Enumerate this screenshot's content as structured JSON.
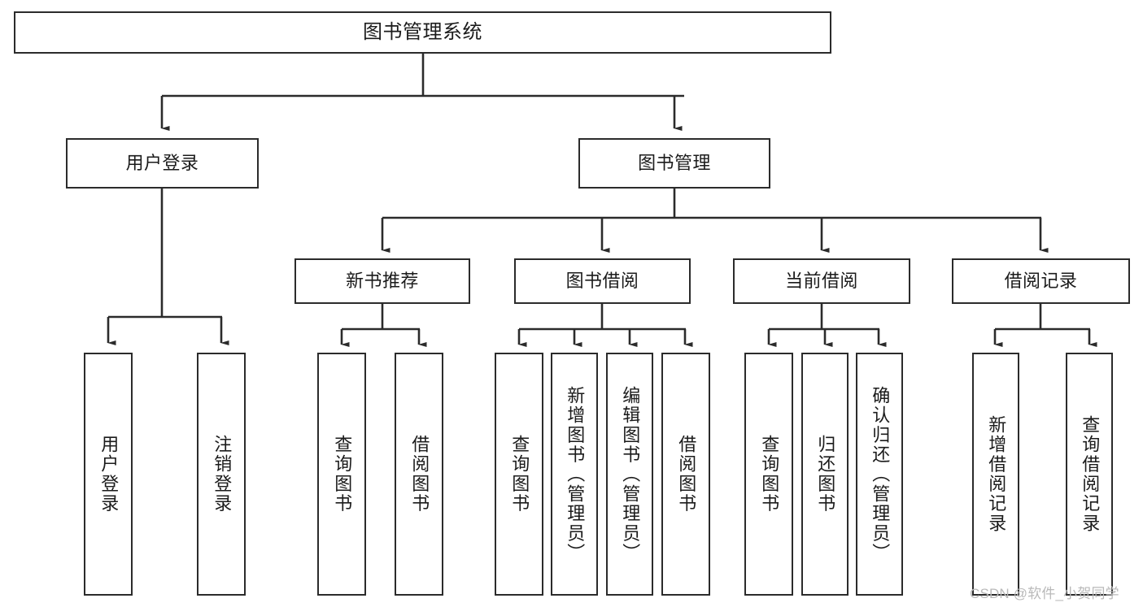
{
  "diagram": {
    "title": "图书管理系统",
    "type": "hierarchy-tree",
    "watermark": "CSDN @软件_小贺同学",
    "colors": {
      "box_border": "#2b2b2b",
      "box_fill": "#ffffff",
      "connector": "#2b2b2b",
      "text": "#1b1b1b",
      "watermark": "#b9b9b9",
      "background": "#ffffff"
    },
    "nodes": {
      "root": {
        "label": "图书管理系统"
      },
      "level2": [
        {
          "id": "user-login",
          "label": "用户登录"
        },
        {
          "id": "book-management",
          "label": "图书管理"
        }
      ],
      "level3": [
        {
          "id": "new-book-recommend",
          "label": "新书推荐"
        },
        {
          "id": "book-borrow",
          "label": "图书借阅"
        },
        {
          "id": "current-borrow",
          "label": "当前借阅"
        },
        {
          "id": "borrow-record",
          "label": "借阅记录"
        }
      ],
      "leaves": {
        "user_login": [
          {
            "id": "leaf-user-login",
            "label": "用户登录"
          },
          {
            "id": "leaf-logout-login",
            "label": "注销登录"
          }
        ],
        "new_book_recommend": [
          {
            "id": "leaf-query-book-1",
            "label": "查询图书"
          },
          {
            "id": "leaf-borrow-book-1",
            "label": "借阅图书"
          }
        ],
        "book_borrow": [
          {
            "id": "leaf-query-book-2",
            "label": "查询图书"
          },
          {
            "id": "leaf-add-book",
            "label": "新增图书（管理员）"
          },
          {
            "id": "leaf-edit-book",
            "label": "编辑图书（管理员）"
          },
          {
            "id": "leaf-borrow-book-2",
            "label": "借阅图书"
          }
        ],
        "current_borrow": [
          {
            "id": "leaf-query-book-3",
            "label": "查询图书"
          },
          {
            "id": "leaf-return-book",
            "label": "归还图书"
          },
          {
            "id": "leaf-confirm-return",
            "label": "确认归还（管理员）"
          }
        ],
        "borrow_record": [
          {
            "id": "leaf-add-record",
            "label": "新增借阅记录"
          },
          {
            "id": "leaf-query-record",
            "label": "查询借阅记录"
          }
        ]
      }
    }
  }
}
